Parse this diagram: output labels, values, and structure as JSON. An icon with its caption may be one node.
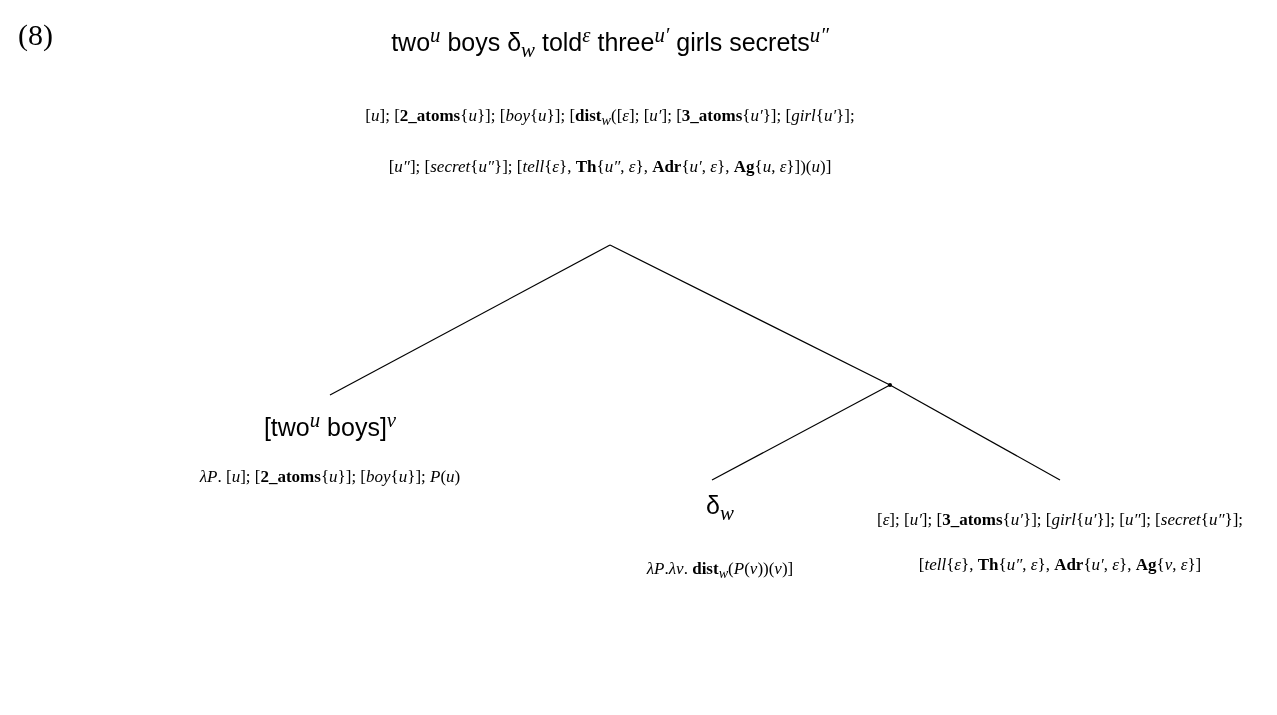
{
  "diagram": {
    "nodes": [
      {
        "text": [
          "two$^{u}$ boys δ$_{w}$ told$^{ε}$ three$^{u′}$ girls secrets$^{u″}$",
          "[*u*]; [**2_atoms**{*u*}]; [*boy*{*u*}]; [**dist**$_{w}$([*ε*]; [*u′*]; [**3_atoms**{*u′*}]; [*girl*{*u′*}]; [*u″*]; [*secret*{*u″*}]; [*tell*{*ε*}, **Th**{*u″*, *ε*}, **Adr**{*u′*, *ε*}, **Ag**{*u*, *ε*}])(*u*)]"
        ]
      },
      {
        "text": [
          "[two$^{u}$ boys]$^{v}$",
          "*λP*. [*u*]; [**2_atoms**{*u*}]; [*boy*{*u*}]; *P*(*u*)"
        ]
      },
      {
        "text": [],
        "shape": "point"
      },
      {
        "text": [
          "δ$_{w}$",
          "*λP*.*λv*. **dist**$_{w}$(*P*(*v*))(*v*)]"
        ]
      },
      {
        "text": [
          "[*ε*]; [*u′*]; [**3_atoms**{*u′*}]; [*girl*{*u′*}]; [*u″*]; [*secret*{*u″*}]; [*tell*{*ε*}, **Th**{*u″*, *ε*}, **Adr**{*u′*, *ε*}, **Ag**{*v*, *ε*}]"
        ]
      }
    ],
    "edges": [
      {
        "from": 0,
        "to": 1,
        "arrow": "none"
      },
      {
        "from": 0,
        "to": 2,
        "arrow": "none"
      },
      {
        "from": 2,
        "to": 3,
        "arrow": "none"
      },
      {
        "from": 2,
        "to": 4,
        "arrow": "none"
      }
    ],
    "labels": [
      "(8)"
    ]
  }
}
